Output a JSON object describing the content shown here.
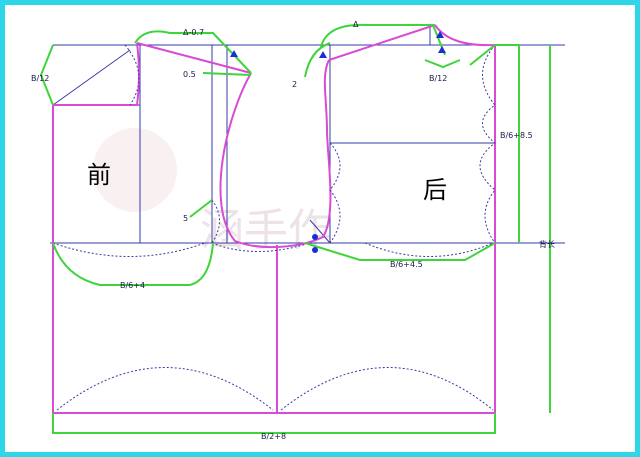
{
  "labels": {
    "front": "前",
    "back": "后",
    "delta_minus": "Δ-0.7",
    "delta": "Δ",
    "b12_left": "B/12",
    "b12_right": "B/12",
    "v05": "0.5",
    "v2": "2",
    "v5": "5",
    "b6_85": "B/6+8.5",
    "b6_4": "B/6+4",
    "b6_45": "B/6+4.5",
    "b2_8": "B/2+8",
    "back_length": "背长",
    "watermark": "涵手作"
  },
  "colors": {
    "frame": "#2ed7e8",
    "grid": "#3a3aa8",
    "pattern": "#d94bd4",
    "dim": "#3fd43a",
    "mark": "#1a2ed8"
  }
}
